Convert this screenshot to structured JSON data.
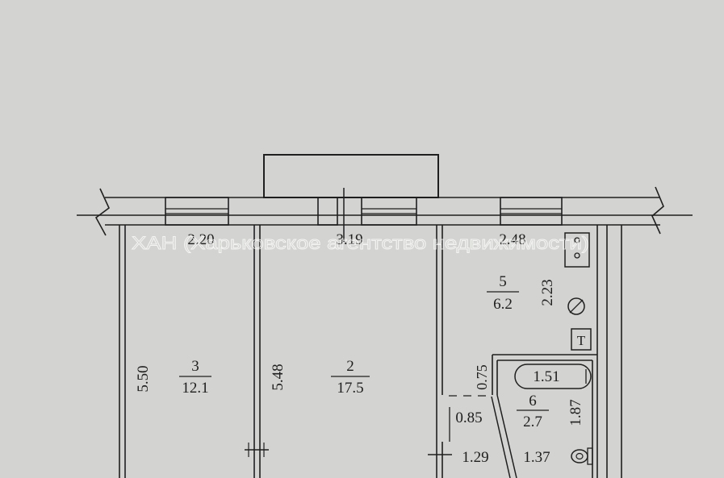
{
  "watermark": "ХАН (Харьковское агентство недвижимости)",
  "dimensions": {
    "top_room3": "2.20",
    "top_room2": "3.19",
    "top_room5": "2.48",
    "side_room3": "5.50",
    "side_room2": "5.48",
    "side_room5": "2.23",
    "side_room6": "1.87",
    "notch_vertical": "0.75",
    "notch_horizontal": "0.85",
    "bathtub": "1.51",
    "bottom_corridor": "1.29",
    "bottom_room6": "1.37"
  },
  "rooms": [
    {
      "number": "3",
      "area": "12.1"
    },
    {
      "number": "2",
      "area": "17.5"
    },
    {
      "number": "5",
      "area": "6.2"
    },
    {
      "number": "6",
      "area": "2.7"
    }
  ],
  "symbols": {
    "toilet_letter": "Т"
  }
}
